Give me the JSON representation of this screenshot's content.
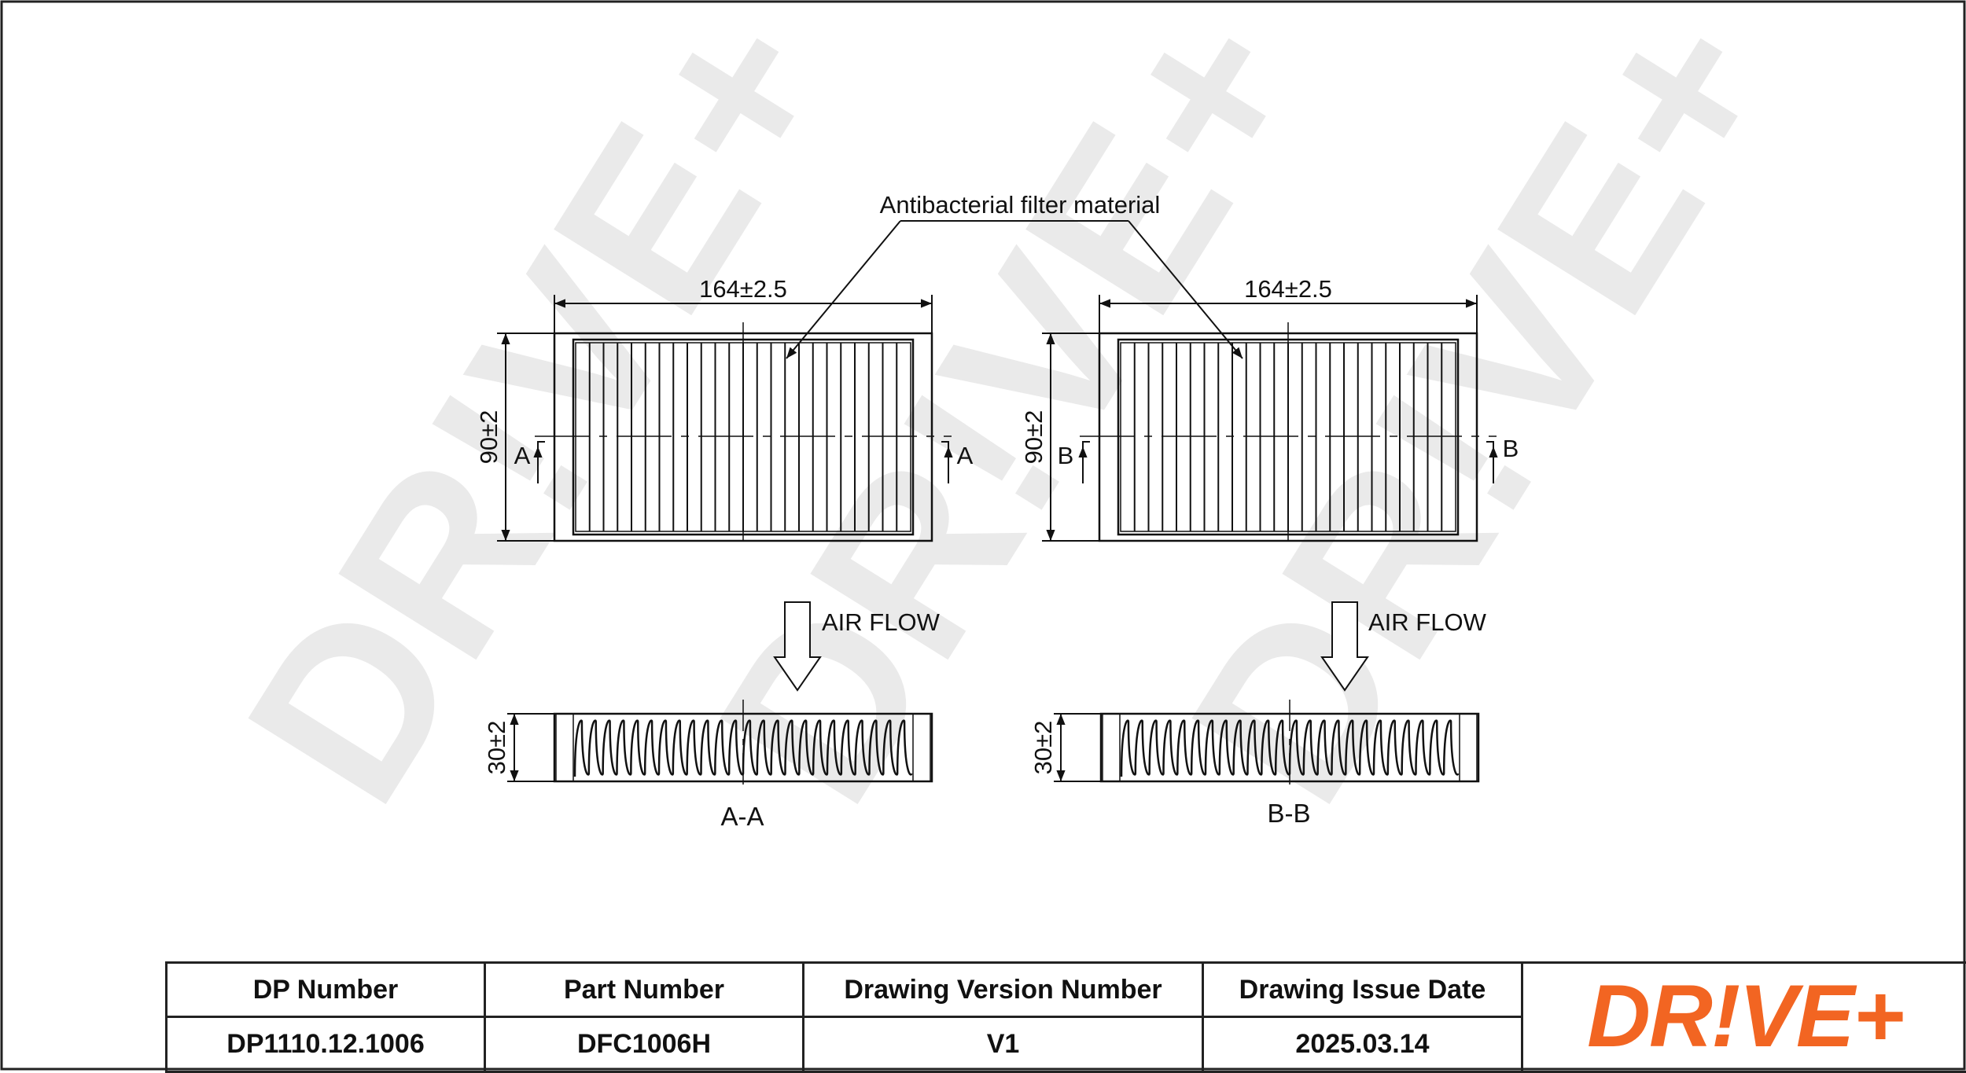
{
  "drawing": {
    "watermark_text": "DR!VE+",
    "annotation": "Antibacterial filter material",
    "left_view": {
      "width_dim": "164±2.5",
      "height_dim": "90±2",
      "section_marker": "A",
      "airflow_label": "AIR FLOW",
      "thickness_dim": "30±2",
      "section_label": "A-A"
    },
    "right_view": {
      "width_dim": "164±2.5",
      "height_dim": "90±2",
      "section_marker": "B",
      "airflow_label": "AIR FLOW",
      "thickness_dim": "30±2",
      "section_label": "B-B"
    }
  },
  "title_block": {
    "headers": [
      "DP Number",
      "Part Number",
      "Drawing Version Number",
      "Drawing Issue Date"
    ],
    "values": [
      "DP1110.12.1006",
      "DFC1006H",
      "V1",
      "2025.03.14"
    ],
    "logo_text": "DR!VE+",
    "logo_color": "#f26522"
  }
}
